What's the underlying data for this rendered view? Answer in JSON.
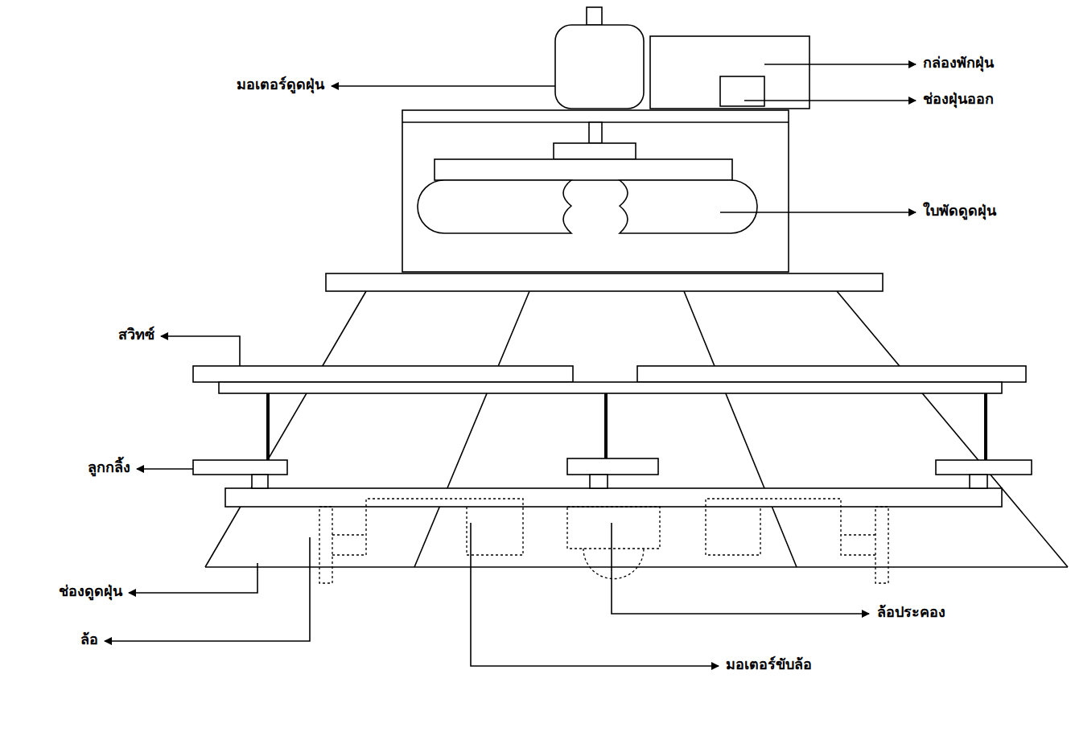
{
  "diagram": {
    "labels": [
      "มอเตอร์ดูดฝุ่น",
      "กล่องพักฝุ่น",
      "ช่องฝุ่นออก",
      "ใบพัดดูดฝุ่น",
      "สวิทซ์",
      "ลูกกลิ้ง",
      "ช่องดูดฝุ่น",
      "ล้อ",
      "ล้อประคอง",
      "มอเตอร์ขับล้อ"
    ]
  }
}
